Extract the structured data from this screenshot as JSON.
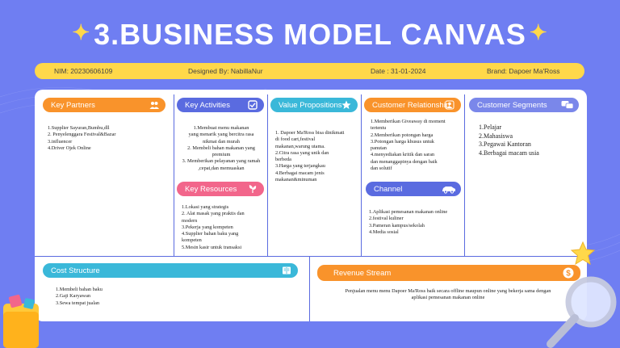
{
  "title": "3.BUSINESS MODEL CANVAS",
  "info": {
    "nim": "NIM: 20230606109",
    "designer": "Designed By: NabillaNur",
    "date": "Date : 31-01-2024",
    "brand": "Brand: Dapoer Ma'Ross"
  },
  "colors": {
    "background": "#6f7ef2",
    "orange": "#f9932b",
    "indigo": "#5a6be0",
    "teal": "#3ab8d9",
    "pink": "#f2668b",
    "yellow": "#ffd84a"
  },
  "sections": {
    "key_partners": {
      "label": "Key Partners",
      "icon": "people-icon",
      "text": "1.Supplier Sayuran,Bumbu,dll\n2. Penyelenggara Festival&Bazar\n3.influencer\n4.Driver Ojek Online"
    },
    "key_activities": {
      "label": "Key Activities",
      "icon": "checkbox-icon",
      "text": "1.Membuat menu makanan\nyang menarik yang bercitra rasa\nnikmat dan murah\n2. Membeli bahan makanan yang\npremium\n3. Memberikan pelayanan yang ramah\n,cepat,dan memuaskan"
    },
    "key_resources": {
      "label": "Key Resources",
      "icon": "plant-icon",
      "text": "1.Lokasi yang strategis\n2. Alat masak yang praktis dan\nmodern\n3.Pekerja yang kompeten\n4.Supplier bahan baku yang\nkompeten\n5.Mesin kasir untuk transaksi"
    },
    "value_propositions": {
      "label": "Value Propositions",
      "icon": "star-icon",
      "text": "1. Dapoer Ma'Ross bisa dinikmati\ndi food cart,festival\nmakanan,warung utama.\n2.Citra rasa yang unik dan\nberbeda\n3.Harga yang terjangkau\n4.Berbagai macam jenis\nmakanan&minuman"
    },
    "customer_relationship": {
      "label": "Customer Relationship",
      "icon": "person-icon",
      "text": "1.Memberikan Giveaway di moment\ntertentu\n2.Memberikan potongan harga\n3.Potongan harga khusus untuk\npanutan\n4.menyediakan kritik dan saran\ndan menanggapinya dengan baik\ndan solutif"
    },
    "channel": {
      "label": "Channel",
      "icon": "car-icon",
      "text": "1.Aplikasi pemesanan makanan online\n2.festival kuliner\n3.Pameran kampus/sekolah\n4.Media sosial"
    },
    "customer_segments": {
      "label": "Customer Segments",
      "icon": "chat-icon",
      "text": "1.Pelajar\n2.Mahasiswa\n3.Pegawai Kantoran\n4.Berbagai macam usia"
    },
    "cost_structure": {
      "label": "Cost Structure",
      "icon": "book-icon",
      "text": "1.Membeli bahan baku\n2.Gaji Karyawan\n3.Sewa tempat jualan"
    },
    "revenue_stream": {
      "label": "Revenue Stream",
      "icon": "dollar-icon",
      "text": "Penjualan menu menu Dapoer Ma'Ross baik secara offline maupun online yang bekerja sama dengan\naplikasi pemesanan makanan online"
    }
  }
}
